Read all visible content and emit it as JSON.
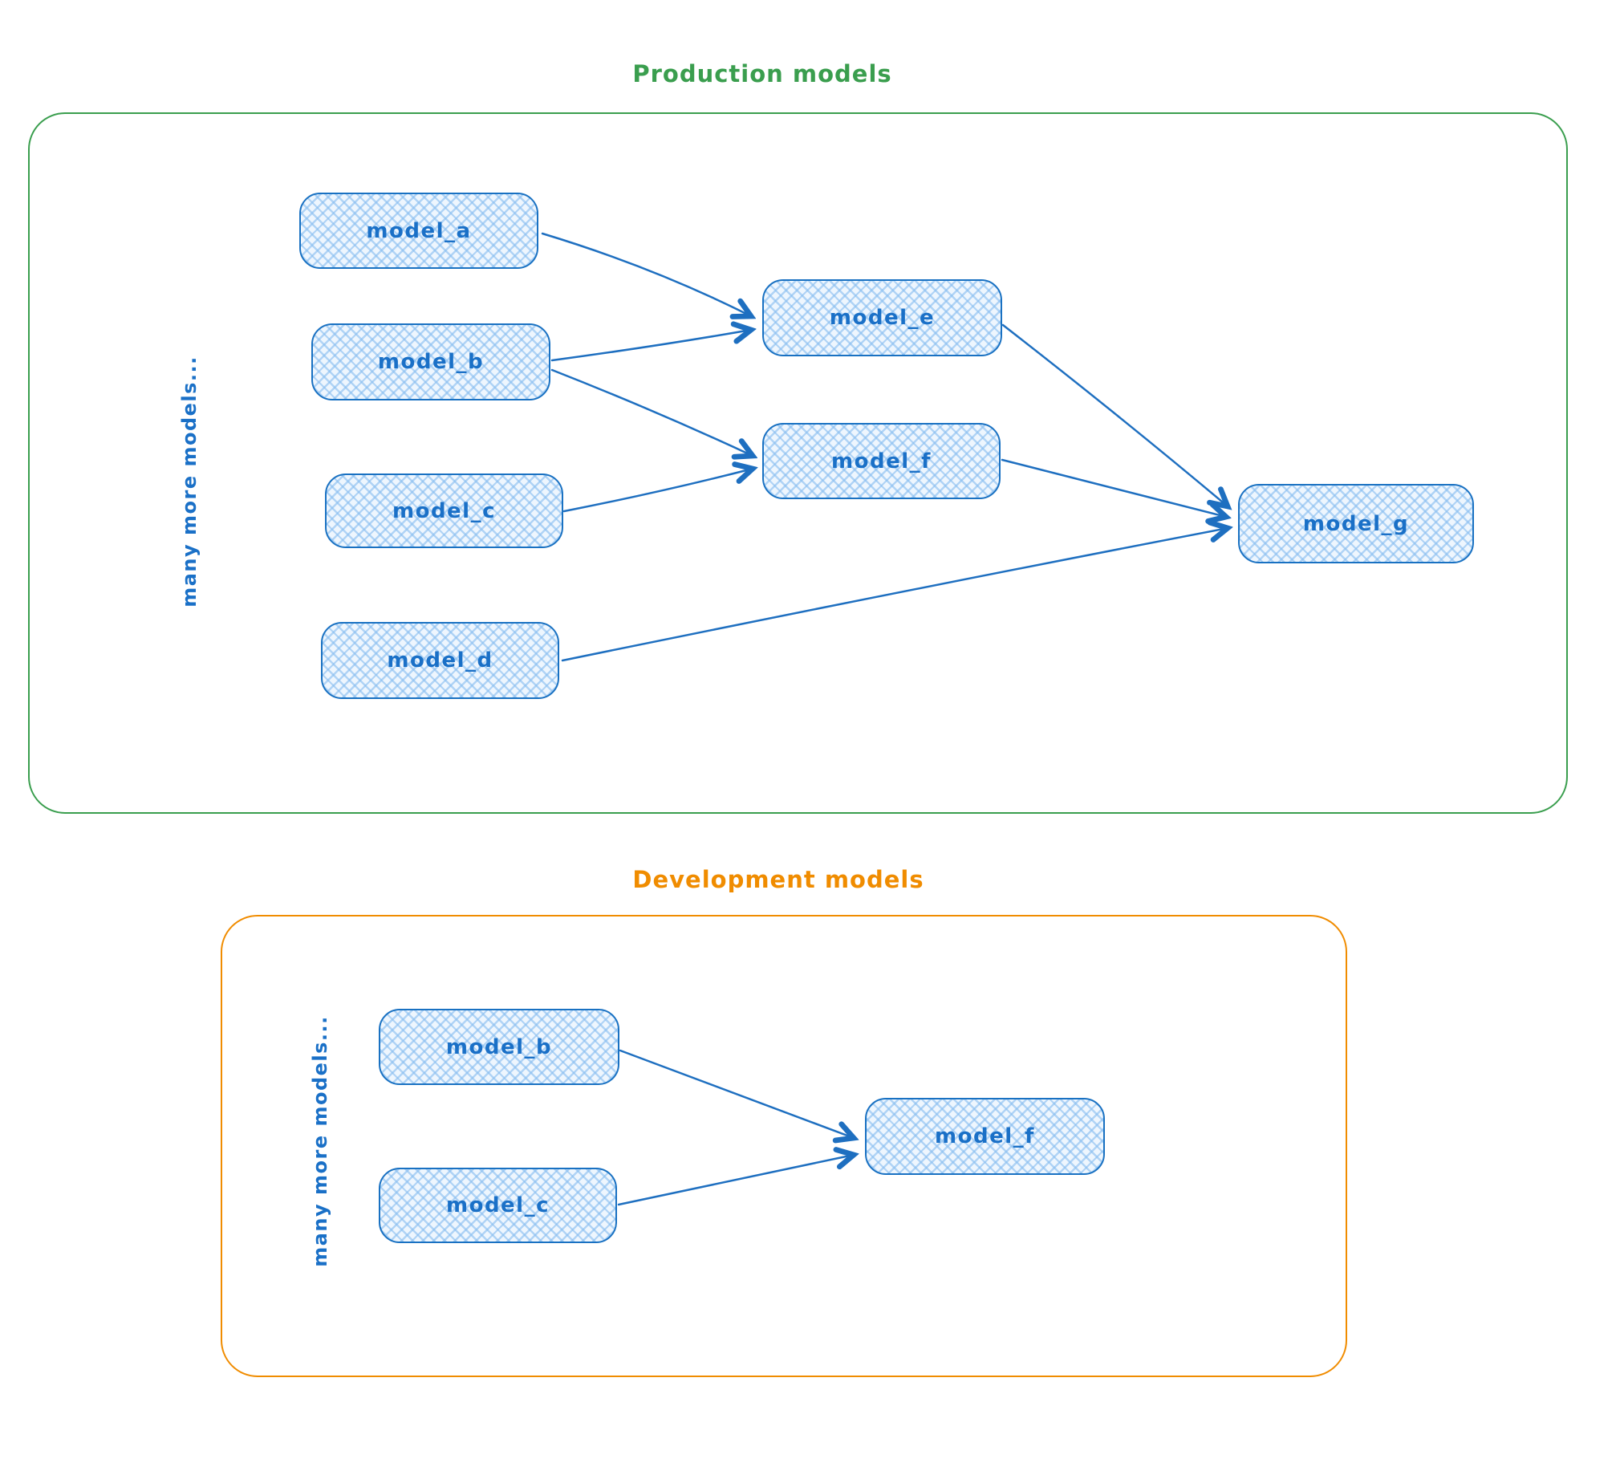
{
  "colors": {
    "production_frame": "#3a9e4e",
    "development_frame": "#f08c00",
    "node_border": "#1971c2",
    "node_text": "#1a70c7",
    "arrow": "#1e6fc0"
  },
  "production": {
    "title": "Production models",
    "side_label": "many more models...",
    "nodes": [
      {
        "id": "model_a",
        "label": "model_a"
      },
      {
        "id": "model_b",
        "label": "model_b"
      },
      {
        "id": "model_c",
        "label": "model_c"
      },
      {
        "id": "model_d",
        "label": "model_d"
      },
      {
        "id": "model_e",
        "label": "model_e"
      },
      {
        "id": "model_f",
        "label": "model_f"
      },
      {
        "id": "model_g",
        "label": "model_g"
      }
    ],
    "edges": [
      {
        "from": "model_a",
        "to": "model_e"
      },
      {
        "from": "model_b",
        "to": "model_e"
      },
      {
        "from": "model_b",
        "to": "model_f"
      },
      {
        "from": "model_c",
        "to": "model_f"
      },
      {
        "from": "model_e",
        "to": "model_g"
      },
      {
        "from": "model_f",
        "to": "model_g"
      },
      {
        "from": "model_d",
        "to": "model_g"
      }
    ]
  },
  "development": {
    "title": "Development models",
    "side_label": "many more models...",
    "nodes": [
      {
        "id": "model_b",
        "label": "model_b"
      },
      {
        "id": "model_c",
        "label": "model_c"
      },
      {
        "id": "model_f",
        "label": "model_f"
      }
    ],
    "edges": [
      {
        "from": "model_b",
        "to": "model_f"
      },
      {
        "from": "model_c",
        "to": "model_f"
      }
    ]
  }
}
